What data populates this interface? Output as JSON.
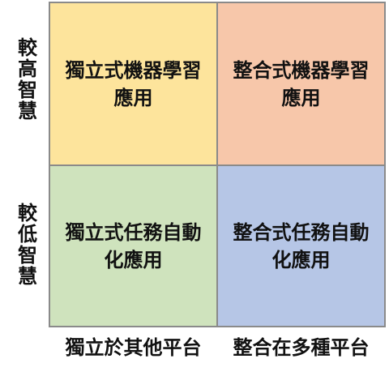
{
  "colors": {
    "standalone_high": "#fde49c",
    "integrated_high": "#f7c7aa",
    "standalone_low": "#cfe3bd",
    "integrated_low": "#b6c6e6",
    "border": "#8a8a8a"
  },
  "y_axis": {
    "high_label": "較高智慧",
    "low_label": "較低智慧"
  },
  "x_axis": {
    "left_label": "獨立於其他平台",
    "right_label": "整合在多種平台"
  },
  "quadrants": {
    "top_left": "獨立式機器學習應用",
    "top_right": "整合式機器學習應用",
    "bottom_left": "獨立式任務自動化應用",
    "bottom_right": "整合式任務自動化應用"
  }
}
